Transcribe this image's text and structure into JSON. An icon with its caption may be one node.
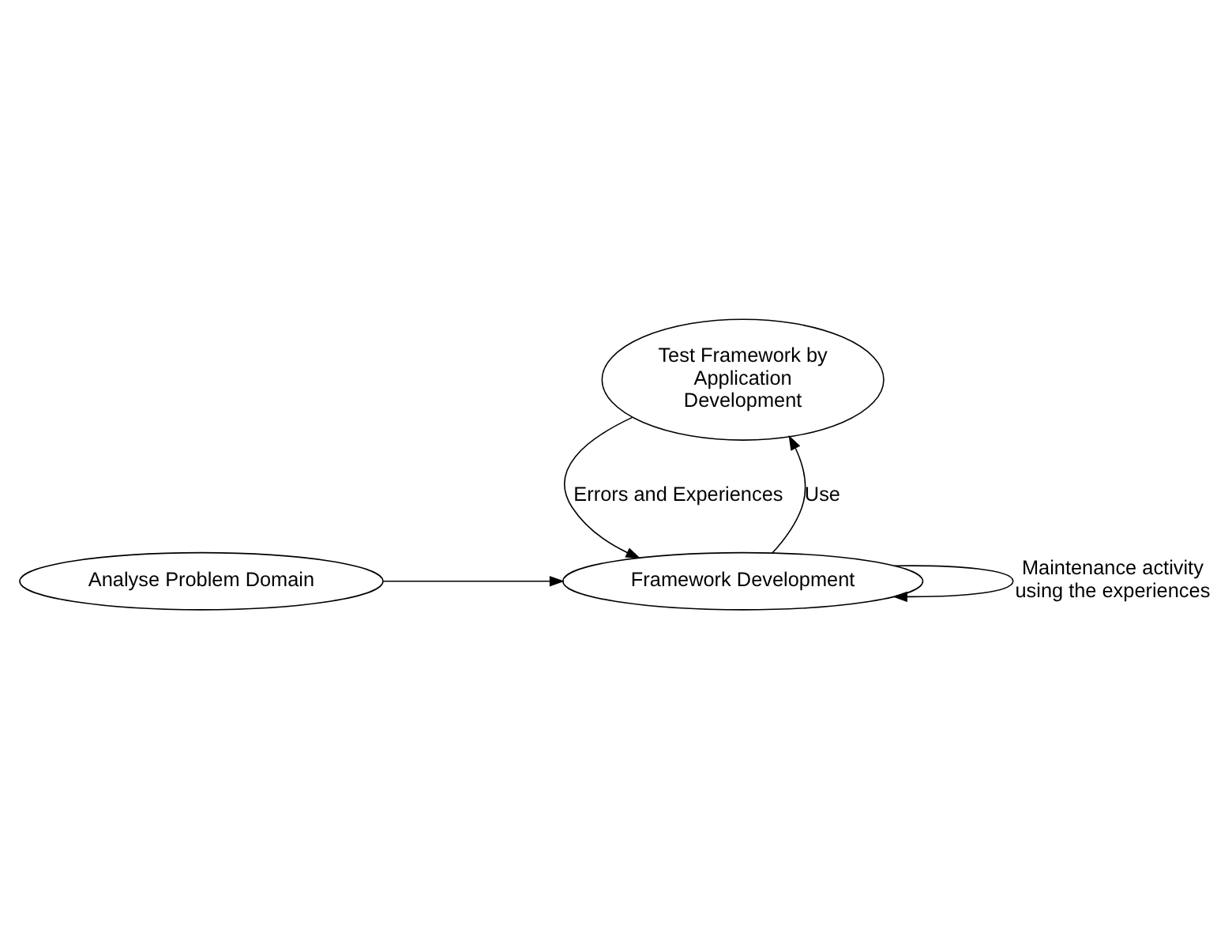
{
  "diagram": {
    "nodes": [
      {
        "text": [
          "Test Framework by Application Development"
        ]
      },
      {
        "text": [
          "Analyse Problem Domain"
        ]
      },
      {
        "text": [
          "Framework Development"
        ]
      }
    ],
    "edges": [
      {
        "from": 0,
        "to": 2,
        "arrow": "to",
        "label": "Errors and Experiences"
      },
      {
        "from": 2,
        "to": 0,
        "arrow": "to",
        "label": "Use"
      },
      {
        "from": 1,
        "to": 2,
        "arrow": "to"
      },
      {
        "from": 2,
        "to": 2,
        "arrow": "to",
        "label": "Maintenance activity using the experiences"
      }
    ]
  }
}
